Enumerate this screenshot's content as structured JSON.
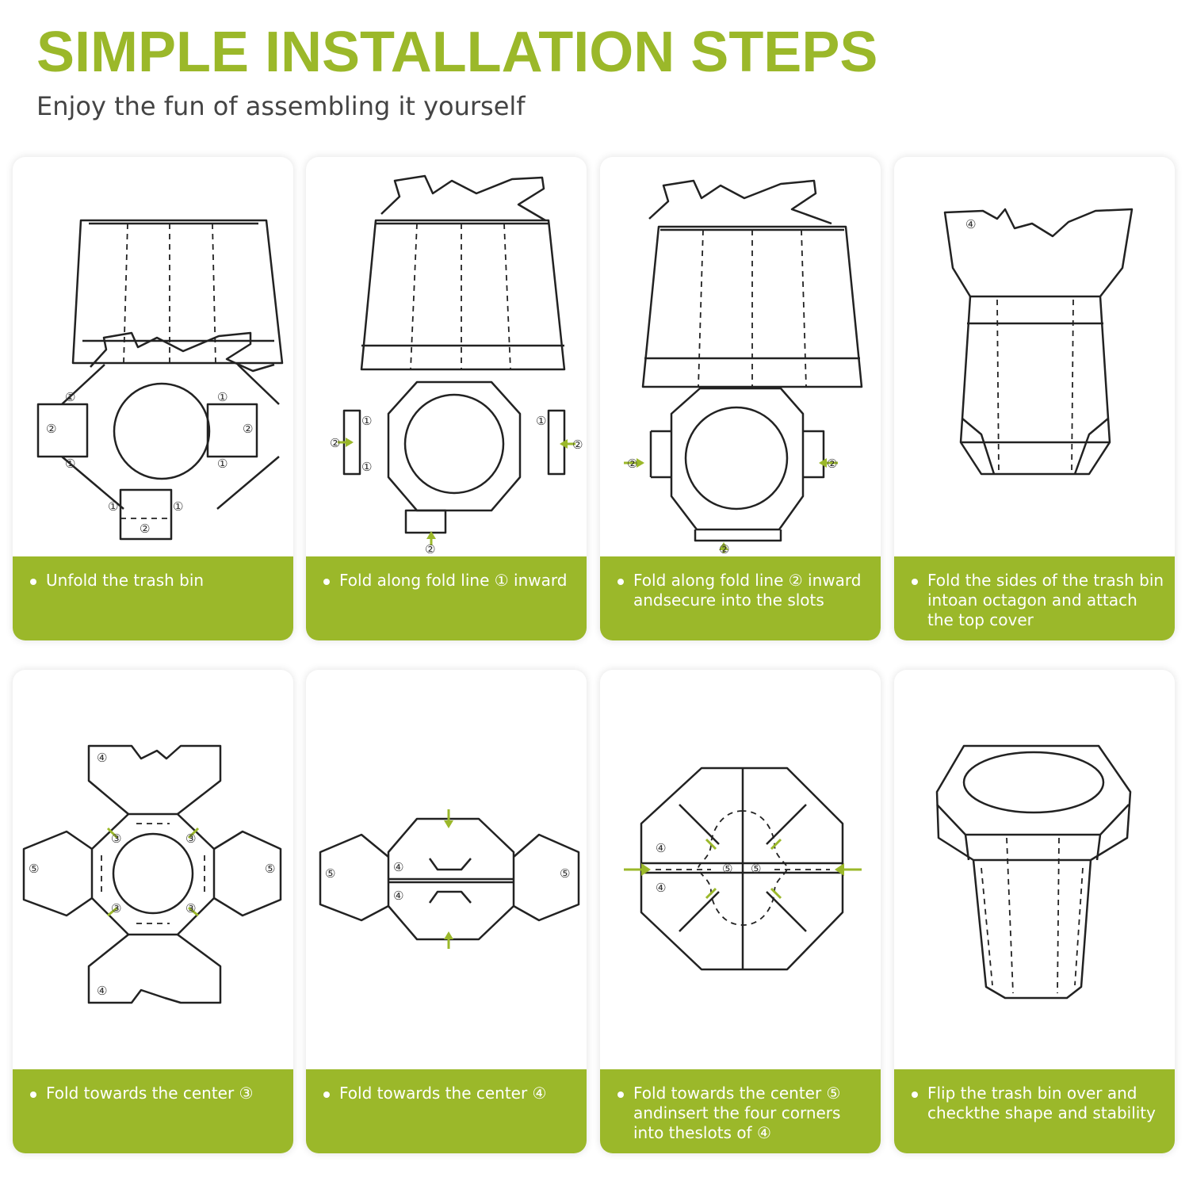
{
  "header": {
    "title": "SIMPLE INSTALLATION STEPS",
    "subtitle": "Enjoy the fun of assembling it yourself"
  },
  "colors": {
    "accent": "#9bb82a",
    "line": "#222222",
    "text": "#444444"
  },
  "steps": [
    {
      "caption": "Unfold the trash bin"
    },
    {
      "caption": "Fold along fold line ① inward"
    },
    {
      "caption": "Fold along fold line ② inward andsecure into the slots"
    },
    {
      "caption": "Fold the sides of the trash bin intoan octagon and attach the top cover"
    },
    {
      "caption": "Fold towards the center ③"
    },
    {
      "caption": "Fold towards the center ④"
    },
    {
      "caption": "Fold towards the center ⑤ andinsert the four corners into theslots of ④"
    },
    {
      "caption": "Flip the trash bin over and checkthe shape and stability"
    }
  ],
  "marks": {
    "m1": "①",
    "m2": "②",
    "m3": "③",
    "m4": "④",
    "m5": "⑤"
  }
}
